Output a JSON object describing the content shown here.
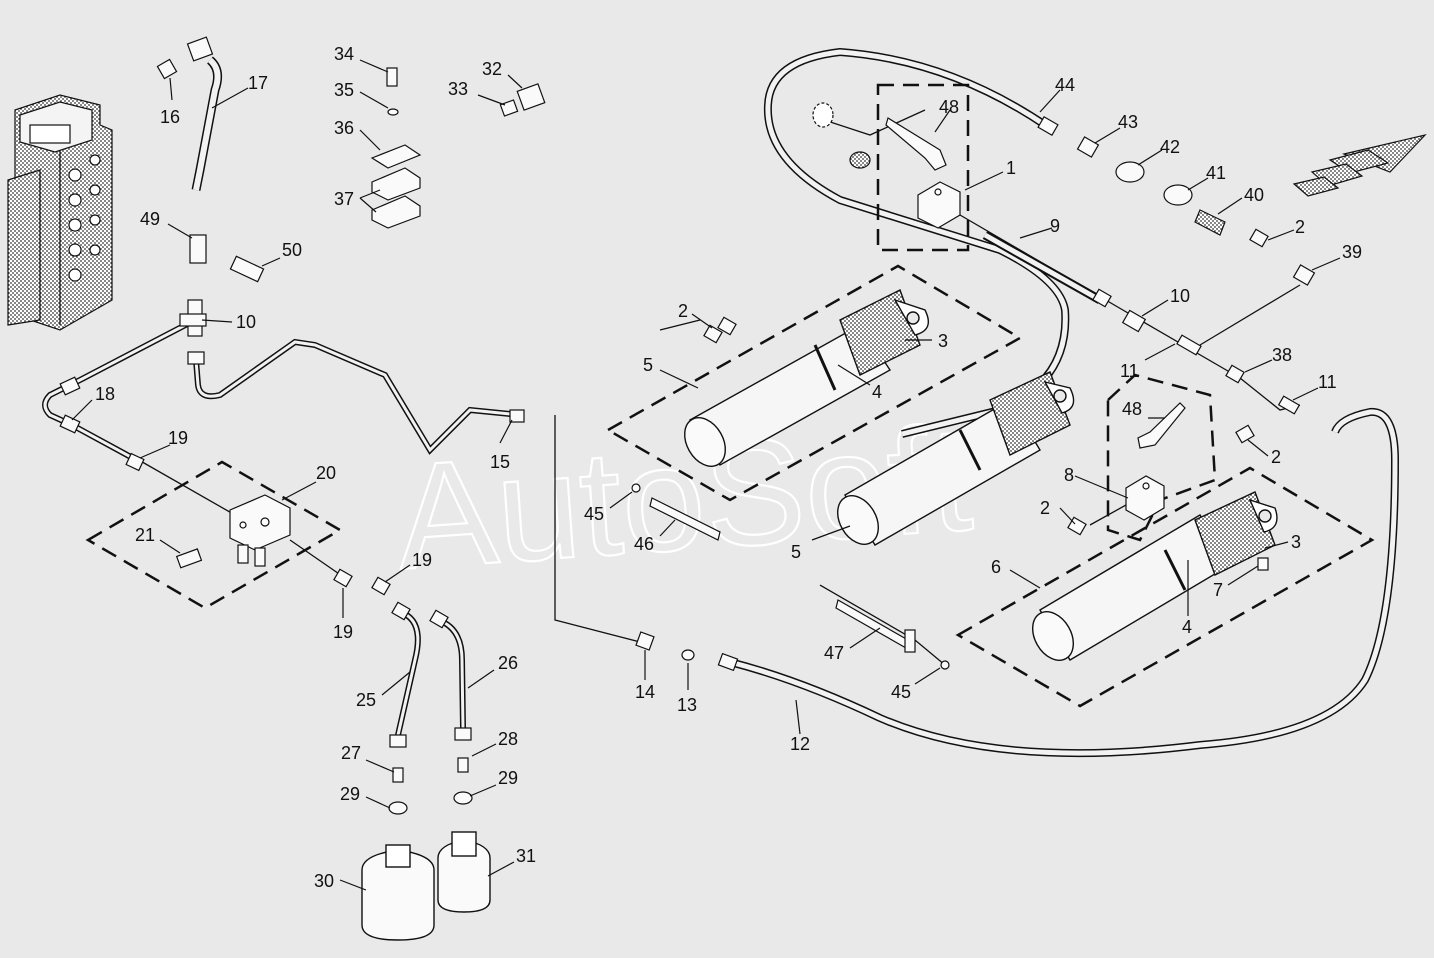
{
  "watermark": "AutoSoft",
  "callouts": [
    {
      "id": "c34",
      "text": "34"
    },
    {
      "id": "c35",
      "text": "35"
    },
    {
      "id": "c36",
      "text": "36"
    },
    {
      "id": "c37",
      "text": "37"
    },
    {
      "id": "c33",
      "text": "33"
    },
    {
      "id": "c32",
      "text": "32"
    },
    {
      "id": "c16",
      "text": "16"
    },
    {
      "id": "c17",
      "text": "17"
    },
    {
      "id": "c49",
      "text": "49"
    },
    {
      "id": "c50",
      "text": "50"
    },
    {
      "id": "c10a",
      "text": "10"
    },
    {
      "id": "c18",
      "text": "18"
    },
    {
      "id": "c19a",
      "text": "19"
    },
    {
      "id": "c20",
      "text": "20"
    },
    {
      "id": "c21",
      "text": "21"
    },
    {
      "id": "c19b",
      "text": "19"
    },
    {
      "id": "c19c",
      "text": "19"
    },
    {
      "id": "c25",
      "text": "25"
    },
    {
      "id": "c26",
      "text": "26"
    },
    {
      "id": "c27",
      "text": "27"
    },
    {
      "id": "c28",
      "text": "28"
    },
    {
      "id": "c29a",
      "text": "29"
    },
    {
      "id": "c29b",
      "text": "29"
    },
    {
      "id": "c30",
      "text": "30"
    },
    {
      "id": "c31",
      "text": "31"
    },
    {
      "id": "c15",
      "text": "15"
    },
    {
      "id": "c14",
      "text": "14"
    },
    {
      "id": "c13",
      "text": "13"
    },
    {
      "id": "c12",
      "text": "12"
    },
    {
      "id": "c2a",
      "text": "2"
    },
    {
      "id": "c5a",
      "text": "5"
    },
    {
      "id": "c3a",
      "text": "3"
    },
    {
      "id": "c4a",
      "text": "4"
    },
    {
      "id": "c45a",
      "text": "45"
    },
    {
      "id": "c46",
      "text": "46"
    },
    {
      "id": "c5b",
      "text": "5"
    },
    {
      "id": "c47",
      "text": "47"
    },
    {
      "id": "c45b",
      "text": "45"
    },
    {
      "id": "c48a",
      "text": "48"
    },
    {
      "id": "c1",
      "text": "1"
    },
    {
      "id": "c9",
      "text": "9"
    },
    {
      "id": "c44",
      "text": "44"
    },
    {
      "id": "c43",
      "text": "43"
    },
    {
      "id": "c42",
      "text": "42"
    },
    {
      "id": "c41",
      "text": "41"
    },
    {
      "id": "c40",
      "text": "40"
    },
    {
      "id": "c2b",
      "text": "2"
    },
    {
      "id": "c39",
      "text": "39"
    },
    {
      "id": "c10b",
      "text": "10"
    },
    {
      "id": "c11a",
      "text": "11"
    },
    {
      "id": "c38",
      "text": "38"
    },
    {
      "id": "c11b",
      "text": "11"
    },
    {
      "id": "c2c",
      "text": "2"
    },
    {
      "id": "c48b",
      "text": "48"
    },
    {
      "id": "c8",
      "text": "8"
    },
    {
      "id": "c2d",
      "text": "2"
    },
    {
      "id": "c6",
      "text": "6"
    },
    {
      "id": "c3b",
      "text": "3"
    },
    {
      "id": "c7",
      "text": "7"
    },
    {
      "id": "c4b",
      "text": "4"
    }
  ]
}
